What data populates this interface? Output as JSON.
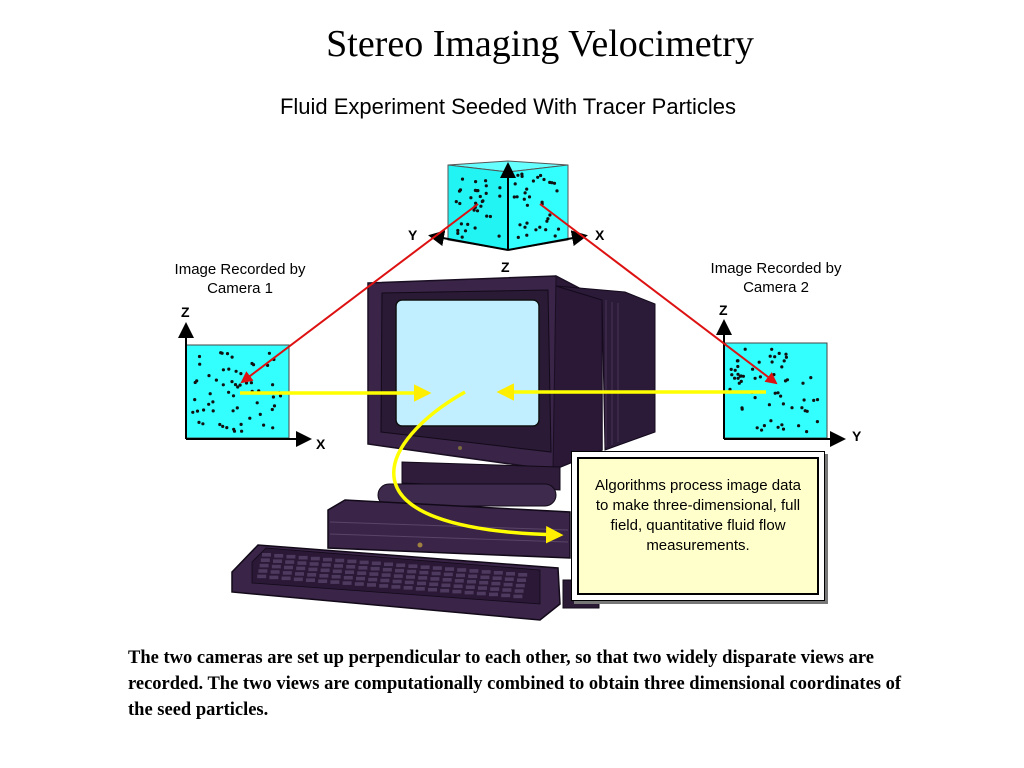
{
  "title": "Stereo Imaging Velocimetry",
  "subtitle": "Fluid Experiment Seeded With Tracer Particles",
  "camera1": {
    "label_line1": "Image Recorded by",
    "label_line2": "Camera 1",
    "axis_vertical": "Z",
    "axis_horizontal": "X"
  },
  "camera2": {
    "label_line1": "Image Recorded by",
    "label_line2": "Camera 2",
    "axis_vertical": "Z",
    "axis_horizontal": "Y"
  },
  "cube_axes": {
    "left": "Y",
    "right": "X",
    "bottom": "Z"
  },
  "info_box": {
    "text": "Algorithms process image data to make three-dimensional, full field, quantitative fluid flow measurements."
  },
  "caption": "The two cameras are set up perpendicular to each other, so that two widely disparate views are recorded.  The two views are computationally combined to obtain three dimensional coordinates of the seed particles.",
  "colors": {
    "fluid": "#33ffff",
    "computer": "#2e1a3a",
    "screen": "#bfeeff",
    "view_ray": "#dd1111",
    "data_flow": "#ffff00",
    "info_box_fill": "#ffffcc"
  },
  "icons": [
    "tracer-particle-cube",
    "computer-workstation",
    "keyboard"
  ]
}
